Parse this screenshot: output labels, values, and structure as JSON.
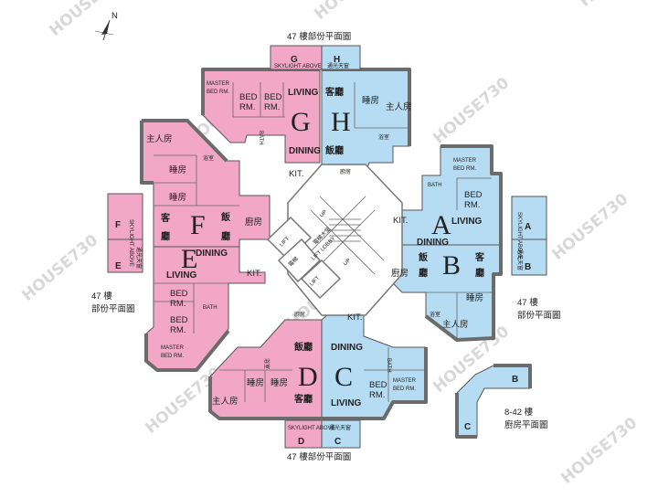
{
  "title_top": "47 樓部份平面圖",
  "title_bottom": "47 樓部份平面圖",
  "title_left": [
    "47 樓",
    "部份平面圖"
  ],
  "title_right": [
    "47 樓",
    "部份平面圖"
  ],
  "title_kitchen": [
    "8-42 樓",
    "廚房平面圖"
  ],
  "skylight_en": "SKYLIGHT ABOVE",
  "skylight_zh": "通光天窗",
  "units": [
    "A",
    "B",
    "C",
    "D",
    "E",
    "F",
    "G",
    "H"
  ],
  "rooms": {
    "master_bed": [
      "MASTER",
      "BED RM."
    ],
    "bed_rm": [
      "BED",
      "RM."
    ],
    "living": "LIVING",
    "dining": "DINING",
    "bath": "BATH",
    "kit": "KIT.",
    "master_bed_zh": "主人房",
    "bed_zh": "睡房",
    "bath_zh": "浴室",
    "kitchen_zh": "廚房",
    "living_zh": "客廳",
    "dining_zh": "飯廳",
    "ke": "客",
    "ting": "廳",
    "fan": "飯",
    "up": "UP",
    "lift": "LIFT",
    "lift_zh": "電梯",
    "lift_lobby": "LIFT LOBBY",
    "lift_lobby_zh": "電梯大堂"
  },
  "watermark": "HOUSE730",
  "compass": "N",
  "colors": {
    "pink": "#f2a7c7",
    "blue": "#b5dcf2",
    "wall": "#6b6b6b"
  }
}
